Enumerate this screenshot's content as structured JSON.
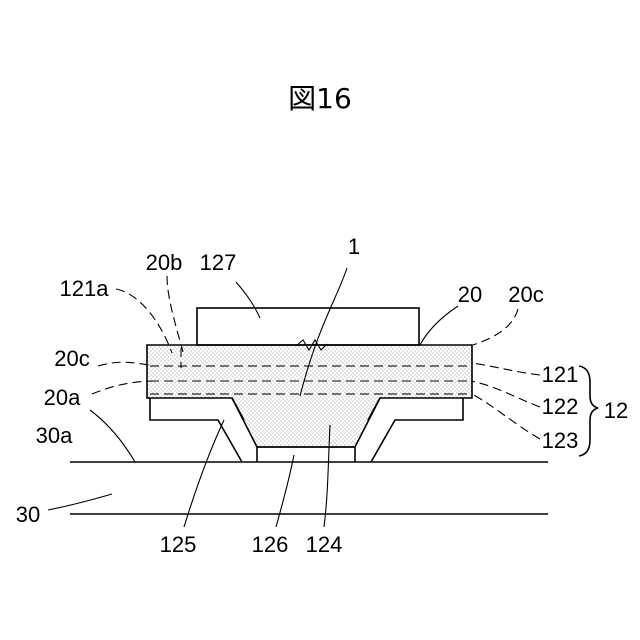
{
  "figure": {
    "title": "図16"
  },
  "labels": {
    "l1": "1",
    "l12": "12",
    "l20": "20",
    "l20a": "20a",
    "l20b": "20b",
    "l20c_left": "20c",
    "l20c_right": "20c",
    "l30": "30",
    "l30a": "30a",
    "l121": "121",
    "l121a": "121a",
    "l122": "122",
    "l123": "123",
    "l124": "124",
    "l125": "125",
    "l126": "126",
    "l127": "127"
  }
}
